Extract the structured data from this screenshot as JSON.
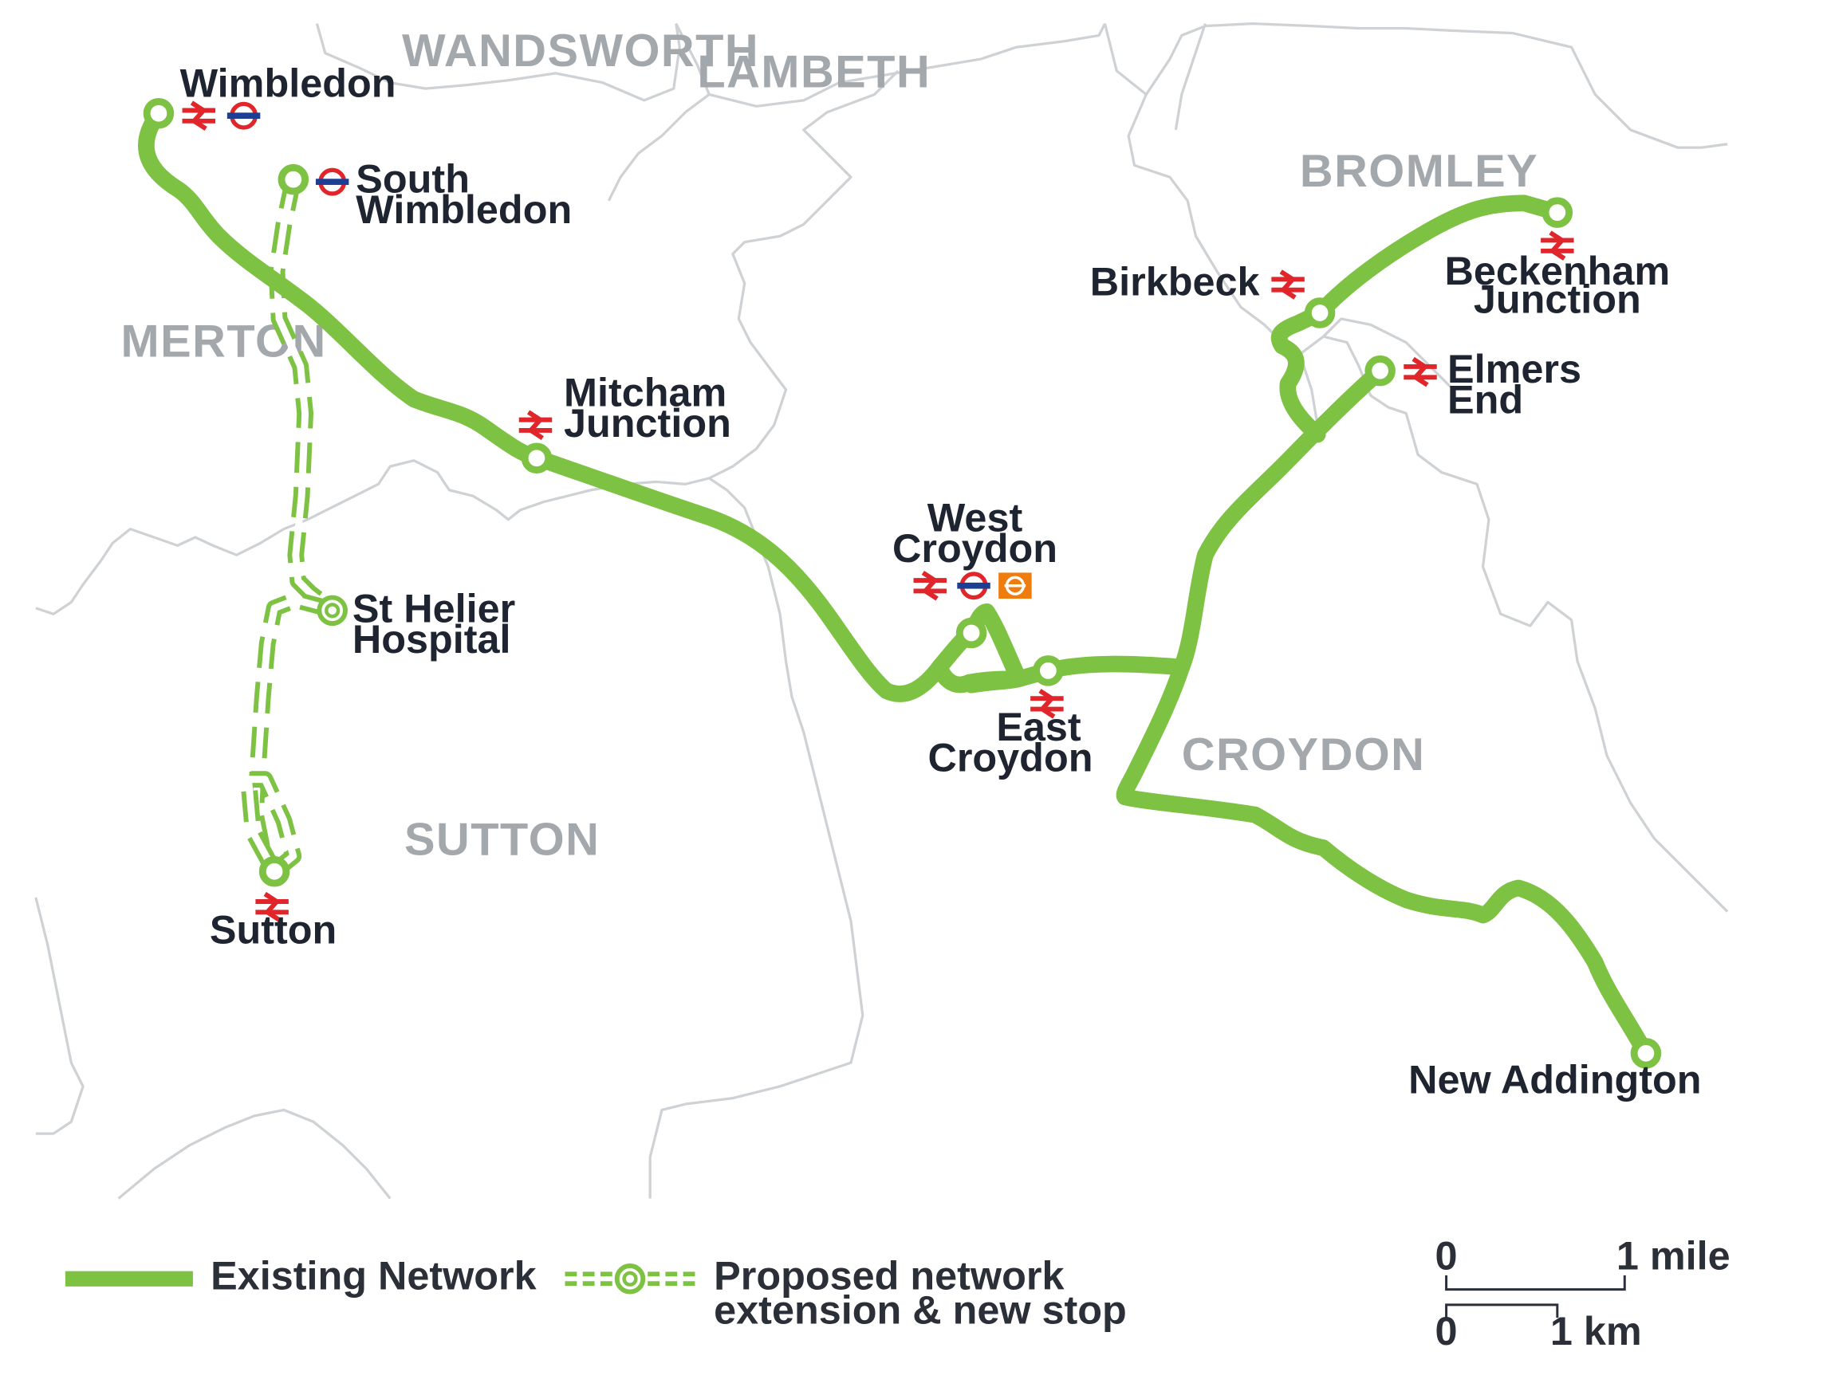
{
  "boroughs": {
    "wandsworth": "WANDSWORTH",
    "lambeth": "LAMBETH",
    "bromley": "BROMLEY",
    "merton": "MERTON",
    "croydon": "CROYDON",
    "sutton": "SUTTON"
  },
  "stations": {
    "wimbledon": "Wimbledon",
    "south_wimbledon_1": "South",
    "south_wimbledon_2": "Wimbledon",
    "mitcham_1": "Mitcham",
    "mitcham_2": "Junction",
    "west_croydon_1": "West",
    "west_croydon_2": "Croydon",
    "east_croydon_1": "East",
    "east_croydon_2": "Croydon",
    "birkbeck": "Birkbeck",
    "beckenham_1": "Beckenham",
    "beckenham_2": "Junction",
    "elmers_1": "Elmers",
    "elmers_2": "End",
    "st_helier_1": "St Helier",
    "st_helier_2": "Hospital",
    "sutton": "Sutton",
    "new_addington": "New Addington"
  },
  "legend": {
    "existing": "Existing Network",
    "proposed_1": "Proposed network",
    "proposed_2": "extension & new stop"
  },
  "scale": {
    "mile_zero": "0",
    "mile_label": "1 mile",
    "km_zero": "0",
    "km_label": "1 km"
  },
  "colors": {
    "tram": "#7dc242",
    "national_rail": "#e0262b",
    "underground": "#1c3f94",
    "overground": "#ee7c0e",
    "border": "#cfd2d5",
    "borough_label": "#a3a8ad"
  },
  "icons": [
    "national-rail-icon",
    "underground-roundel-icon",
    "overground-roundel-icon"
  ]
}
